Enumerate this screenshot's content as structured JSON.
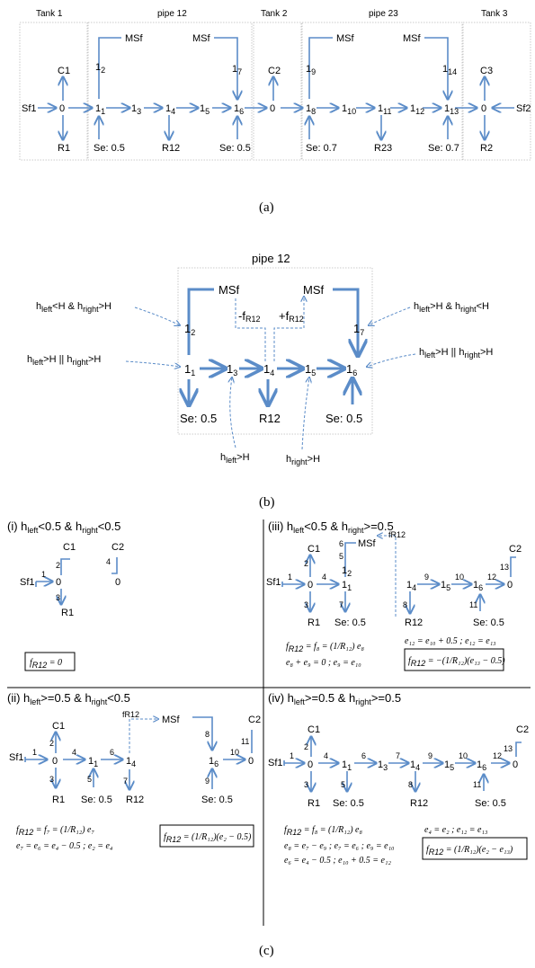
{
  "part_a": {
    "titles": [
      "Tank 1",
      "pipe 12",
      "Tank 2",
      "pipe 23",
      "Tank 3"
    ],
    "caption": "(a)",
    "labels": {
      "sf1": "Sf1",
      "sf2": "Sf2",
      "c1": "C1",
      "c2": "C2",
      "c3": "C3",
      "r1": "R1",
      "r2": "R2",
      "r12": "R12",
      "r23": "R23",
      "msf": "MSf",
      "se05": "Se: 0.5",
      "se07": "Se: 0.7",
      "n0": "0"
    }
  },
  "part_b": {
    "title": "pipe 12",
    "caption": "(b)",
    "msf": "MSf",
    "flow_minus": "-f",
    "flow_plus": "+f",
    "r12_sub": "R12",
    "r12": "R12",
    "se": "Se: 0.5",
    "cond_tl_a": "h",
    "cond_tl_b": "left",
    "cond_tl_c": "<H & h",
    "cond_tl_d": "right",
    "cond_tl_e": ">H",
    "cond_ml_a": "h",
    "cond_ml_b": "left",
    "cond_ml_c": ">H || h",
    "cond_ml_d": "right",
    "cond_ml_e": ">H",
    "cond_tr_a": "h",
    "cond_tr_b": "left",
    "cond_tr_c": ">H & h",
    "cond_tr_d": "right",
    "cond_tr_e": "<H",
    "cond_mr_a": "h",
    "cond_mr_b": "left",
    "cond_mr_c": ">H || h",
    "cond_mr_d": "right",
    "cond_mr_e": ">H",
    "cond_bl_a": "h",
    "cond_bl_b": "left",
    "cond_bl_c": ">H",
    "cond_br_a": "h",
    "cond_br_b": "right",
    "cond_br_c": ">H"
  },
  "part_c": {
    "caption": "(c)",
    "q1_a": "(i) h",
    "q1_b": "left",
    "q1_c": "<0.5 & h",
    "q1_d": "right",
    "q1_e": "<0.5",
    "q2_a": "(ii) h",
    "q2_b": "left",
    "q2_c": ">=0.5 & h",
    "q2_d": "right",
    "q2_e": "<0.5",
    "q3_a": "(iii) h",
    "q3_b": "left",
    "q3_c": "<0.5 & h",
    "q3_d": "right",
    "q3_e": ">=0.5",
    "q4_a": "(iv) h",
    "q4_b": "left",
    "q4_c": ">=0.5 & h",
    "q4_d": "right",
    "q4_e": ">=0.5",
    "fr12": "fR12",
    "q1_eq": "f",
    "q1_eq_sub": "R12",
    "q1_eq_rhs": " = 0",
    "q3_eq1": "e",
    "q3_line2": "e₈ + e₉ = 0 ; e₉ = e₁₀",
    "q3_line_r": "e₁₂ = e₁₀ + 0.5 ; e₁₂ = e₁₃",
    "q3_box": "(e₁₃ − 0.5)",
    "q2_line2": "e₇ = e₆ = e₄ − 0.5 ; e₂ = e₄",
    "q2_box": "(e₂ − 0.5)",
    "q4_line2": "e₈ = e₇ − e₉ ; e₇ = e₆ ; e₉ = e₁₀",
    "q4_line3": "e₆ = e₄ − 0.5 ; e₁₀ + 0.5 = e₁₂",
    "q4_line_r": "e₄ = e₂ ; e₁₂ = e₁₃",
    "q4_box": "(e₂ − e₁₃)"
  }
}
